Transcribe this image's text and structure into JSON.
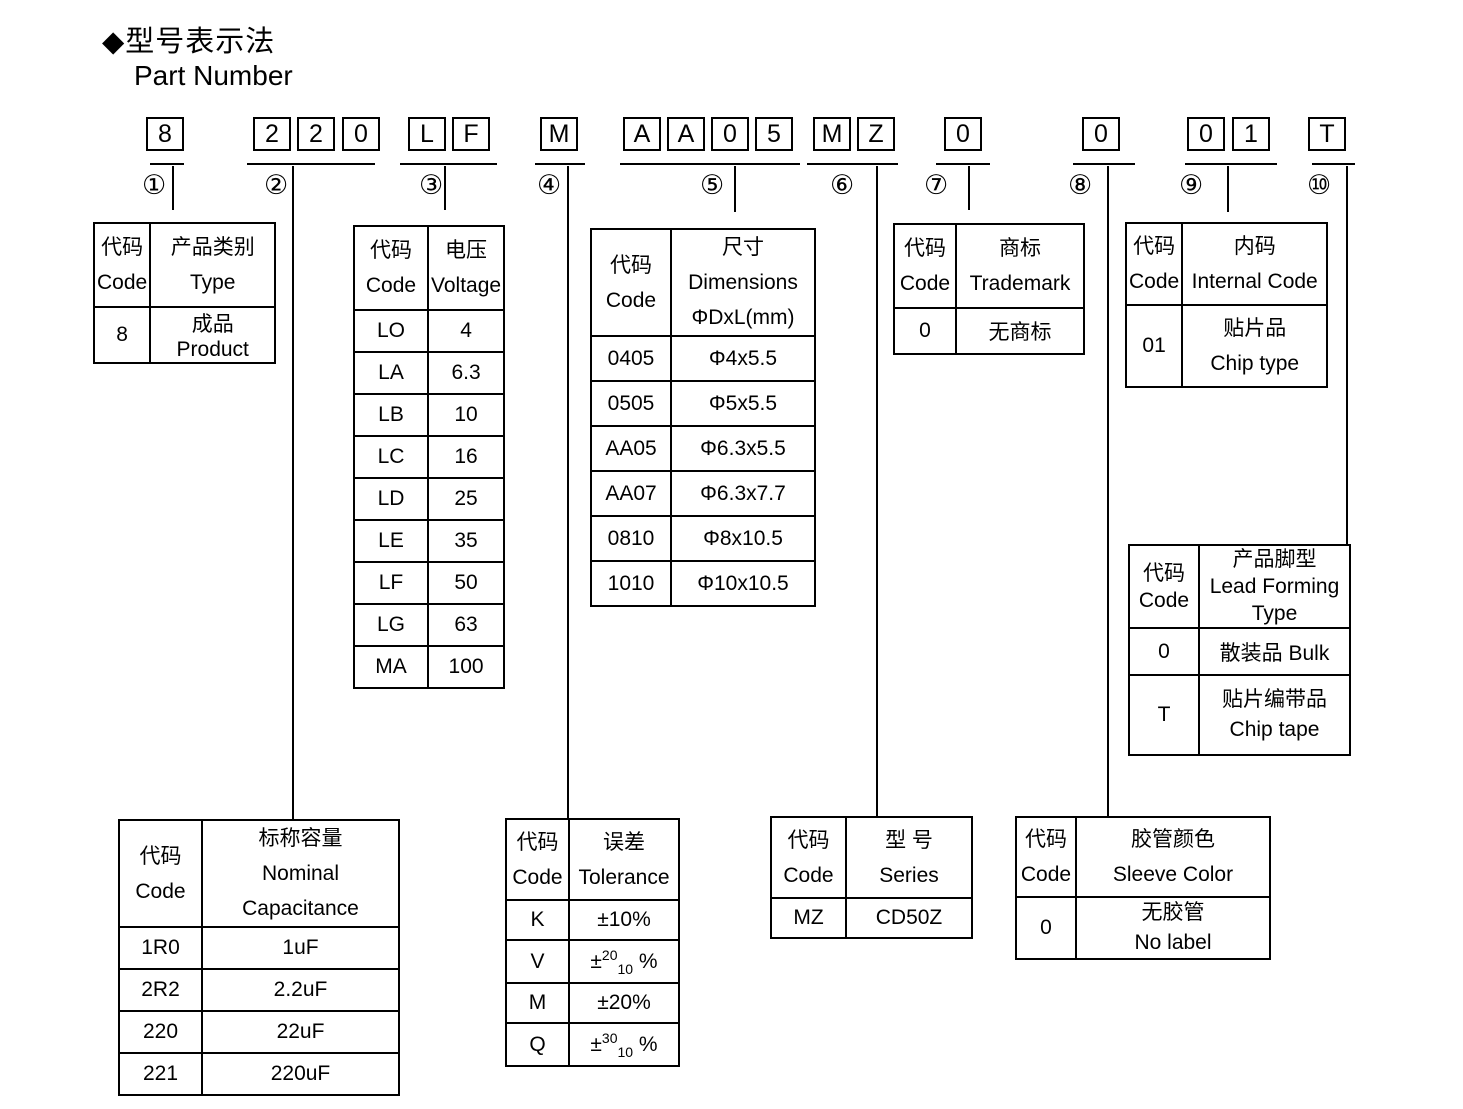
{
  "title": {
    "zh": "◆型号表示法",
    "en": "Part Number"
  },
  "part_number": {
    "g1": [
      "8"
    ],
    "g2": [
      "2",
      "2",
      "0"
    ],
    "g3": [
      "L",
      "F"
    ],
    "g4": [
      "M"
    ],
    "g5": [
      "A",
      "A",
      "0",
      "5"
    ],
    "g6": [
      "M",
      "Z"
    ],
    "g7": [
      "0"
    ],
    "g8": [
      "0"
    ],
    "g9": [
      "0",
      "1"
    ],
    "g10": [
      "T"
    ]
  },
  "markers": [
    "①",
    "②",
    "③",
    "④",
    "⑤",
    "⑥",
    "⑦",
    "⑧",
    "⑨",
    "⑩"
  ],
  "tables": {
    "type": {
      "header": {
        "code": [
          "代码",
          "Code"
        ],
        "name": [
          "产品类别",
          "Type"
        ]
      },
      "rows": [
        {
          "code": "8",
          "value": "成品 Product"
        }
      ]
    },
    "capacitance": {
      "header": {
        "code": [
          "代码",
          "Code"
        ],
        "name": [
          "标称容量",
          "Nominal Capacitance"
        ]
      },
      "rows": [
        {
          "code": "1R0",
          "value": "1uF"
        },
        {
          "code": "2R2",
          "value": "2.2uF"
        },
        {
          "code": "220",
          "value": "22uF"
        },
        {
          "code": "221",
          "value": "220uF"
        }
      ]
    },
    "voltage": {
      "header": {
        "code": [
          "代码",
          "Code"
        ],
        "name": [
          "电压",
          "Voltage"
        ]
      },
      "rows": [
        {
          "code": "LO",
          "value": "4"
        },
        {
          "code": "LA",
          "value": "6.3"
        },
        {
          "code": "LB",
          "value": "10"
        },
        {
          "code": "LC",
          "value": "16"
        },
        {
          "code": "LD",
          "value": "25"
        },
        {
          "code": "LE",
          "value": "35"
        },
        {
          "code": "LF",
          "value": "50"
        },
        {
          "code": "LG",
          "value": "63"
        },
        {
          "code": "MA",
          "value": "100"
        }
      ]
    },
    "tolerance": {
      "header": {
        "code": [
          "代码",
          "Code"
        ],
        "name": [
          "误差",
          "Tolerance"
        ]
      },
      "rows": [
        {
          "code": "K",
          "pre": "±10%"
        },
        {
          "code": "V",
          "pre": "±",
          "sup": "20",
          "sub": "10",
          "post": " %"
        },
        {
          "code": "M",
          "pre": "±20%"
        },
        {
          "code": "Q",
          "pre": "±",
          "sup": "30",
          "sub": "10",
          "post": " %"
        }
      ]
    },
    "dimensions": {
      "header": {
        "code": [
          "代码",
          "Code"
        ],
        "name": [
          "尺寸 Dimensions",
          "ΦDxL(mm)"
        ]
      },
      "rows": [
        {
          "code": "0405",
          "value": "Φ4x5.5"
        },
        {
          "code": "0505",
          "value": "Φ5x5.5"
        },
        {
          "code": "AA05",
          "value": "Φ6.3x5.5"
        },
        {
          "code": "AA07",
          "value": "Φ6.3x7.7"
        },
        {
          "code": "0810",
          "value": "Φ8x10.5"
        },
        {
          "code": "1010",
          "value": "Φ10x10.5"
        }
      ]
    },
    "series": {
      "header": {
        "code": [
          "代码",
          "Code"
        ],
        "name": [
          "型 号",
          "Series"
        ]
      },
      "rows": [
        {
          "code": "MZ",
          "value": "CD50Z"
        }
      ]
    },
    "trademark": {
      "header": {
        "code": [
          "代码",
          "Code"
        ],
        "name": [
          "商标",
          "Trademark"
        ]
      },
      "rows": [
        {
          "code": "0",
          "value": "无商标"
        }
      ]
    },
    "sleeve": {
      "header": {
        "code": [
          "代码",
          "Code"
        ],
        "name": [
          "胶管颜色",
          "Sleeve Color"
        ]
      },
      "rows": [
        {
          "code": "0",
          "value": [
            "无胶管",
            "No label"
          ]
        }
      ]
    },
    "internal": {
      "header": {
        "code": [
          "代码",
          "Code"
        ],
        "name": [
          "内码",
          "Internal Code"
        ]
      },
      "rows": [
        {
          "code": "01",
          "value": [
            "贴片品",
            "Chip type"
          ]
        }
      ]
    },
    "lead": {
      "header": {
        "code": [
          "代码",
          "Code"
        ],
        "name": [
          "产品脚型",
          "Lead Forming",
          "Type"
        ]
      },
      "rows": [
        {
          "code": "0",
          "value": [
            "散装品 Bulk"
          ]
        },
        {
          "code": "T",
          "value": [
            "贴片编带品",
            "Chip tape"
          ]
        }
      ]
    }
  }
}
